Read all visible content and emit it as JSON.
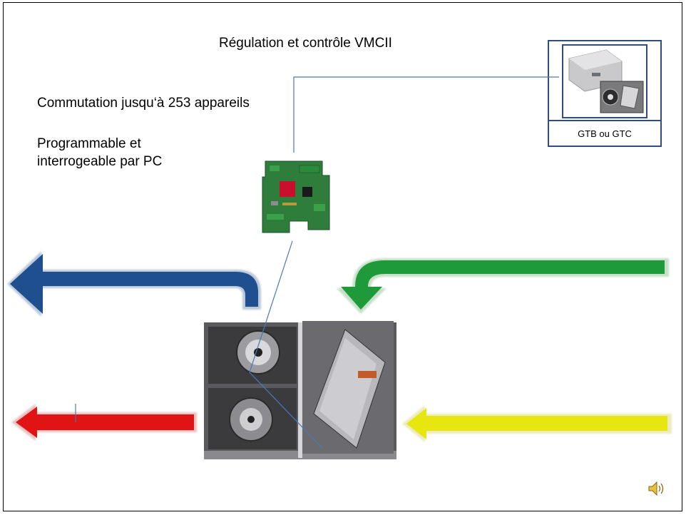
{
  "slide": {
    "title": "Régulation et contrôle VMCII",
    "features": {
      "commutation": "Commutation jusqu‘à 253 appareils",
      "programmable_line1": "Programmable et",
      "programmable_line2": "interrogeable par PC"
    },
    "gtb": {
      "label": "GTB ou GTC"
    }
  },
  "colors": {
    "exhaust_arrow": "#1f4f8f",
    "fresh_air_arrow": "#1e9a3a",
    "extract_arrow": "#e01414",
    "outdoor_arrow": "#e8e610",
    "cable": "#4a78b5",
    "frame": "#2f4f7a"
  },
  "icons": {
    "speaker": "speaker-icon",
    "control_board": "control-board-icon",
    "ventilation_unit": "ventilation-unit-icon",
    "gtb_units": "gtb-units-icon"
  }
}
